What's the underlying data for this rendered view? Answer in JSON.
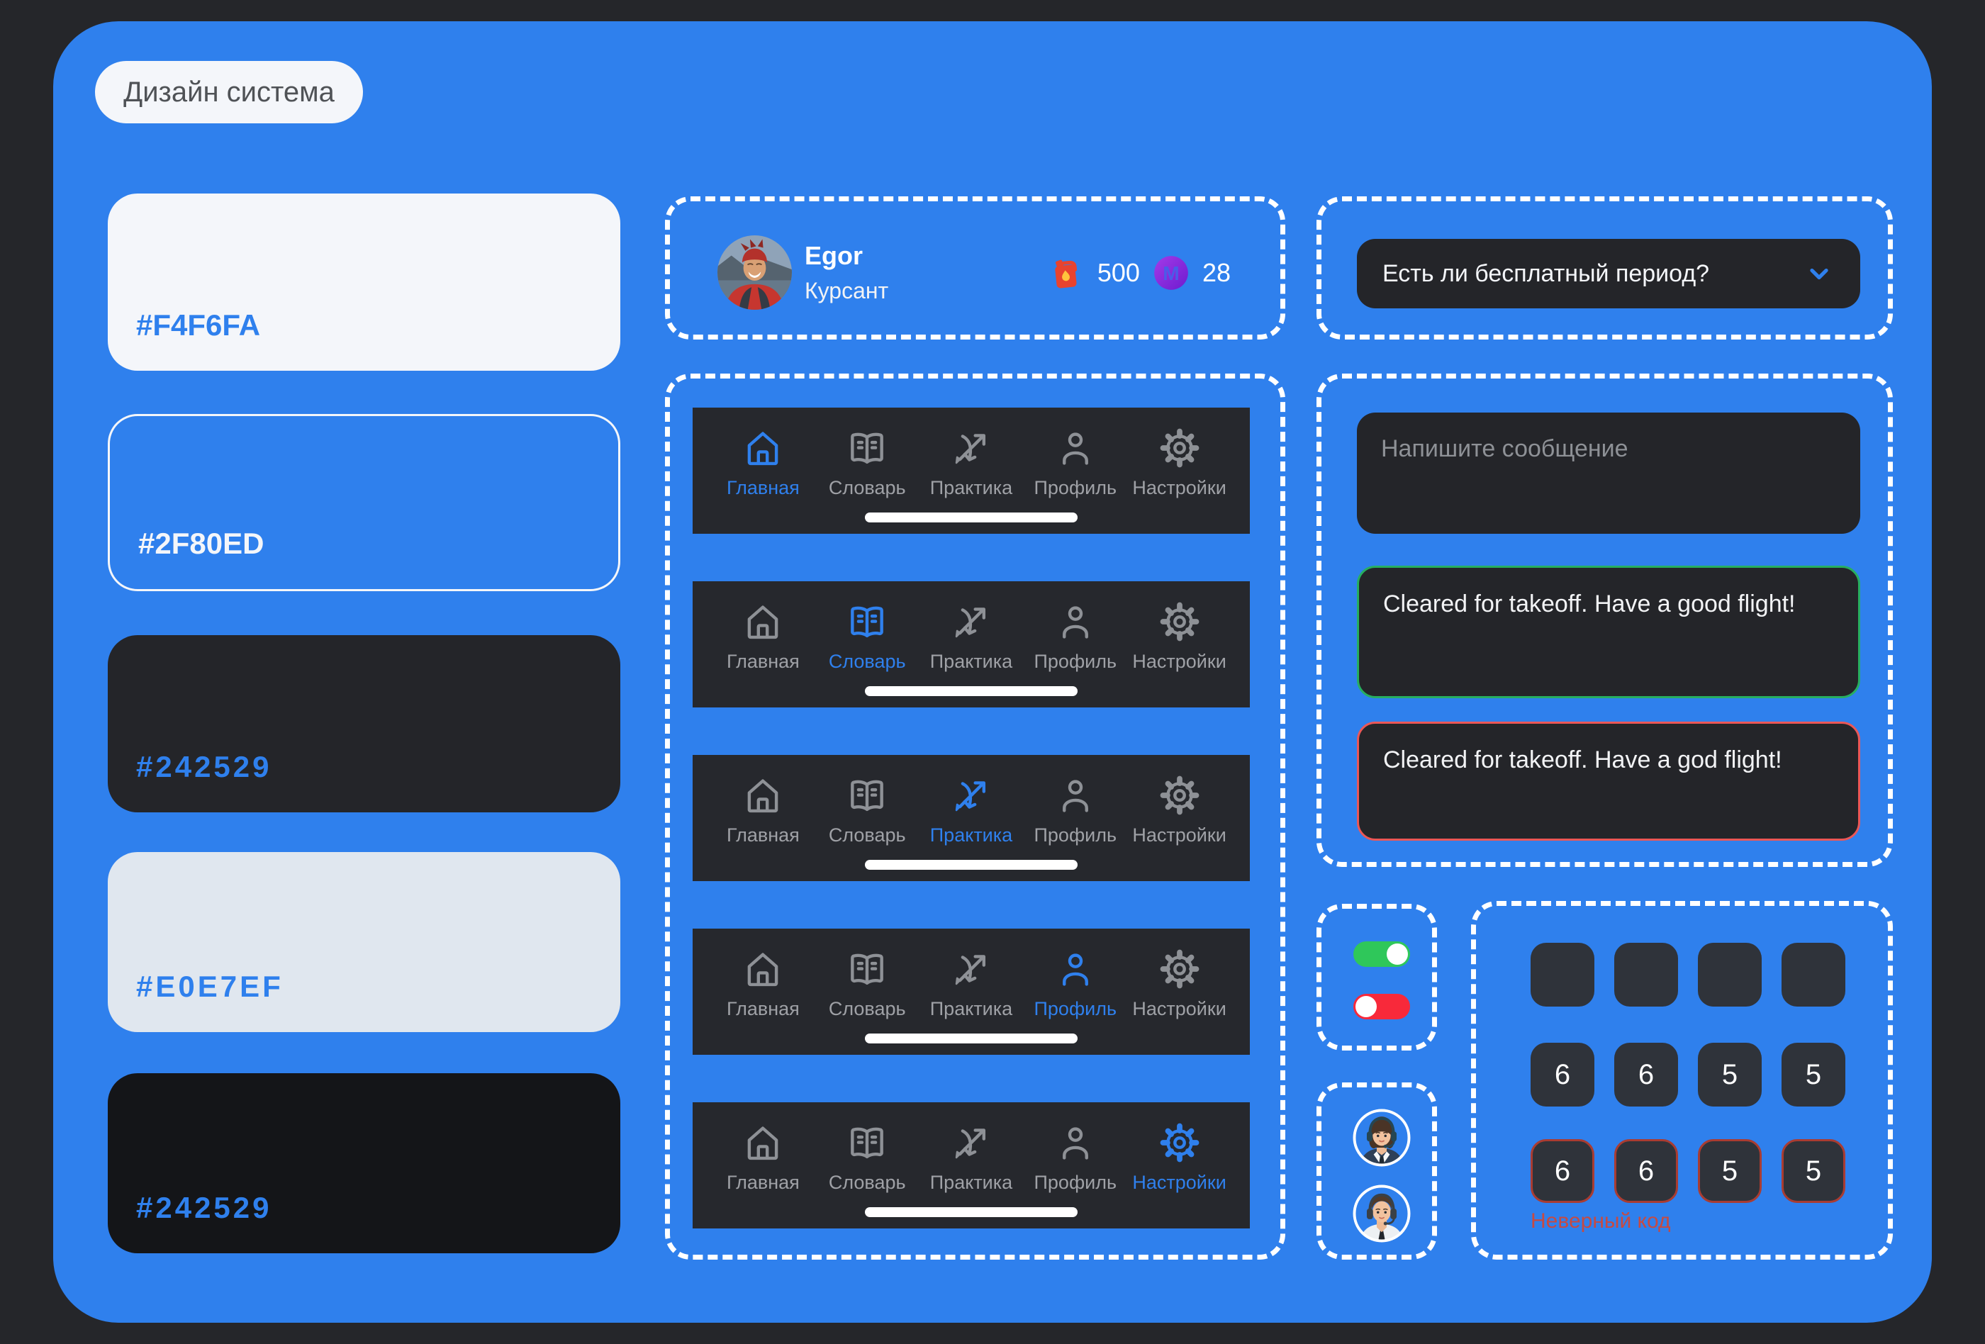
{
  "colors": {
    "page_bg": "#25262A",
    "canvas_blue": "#2F80ED",
    "card_dark": "#242529",
    "bar_dark": "#26282D",
    "swatch1": "#F4F6FA",
    "swatch2": "#2F80ED",
    "swatch3": "#242529",
    "swatch4": "#E0E7EF",
    "swatch5": "#141518",
    "accent_blue": "#2F80ED",
    "inactive_gray": "#8E9196",
    "label_gray": "#9FA1A6",
    "placeholder_gray": "#8E9196",
    "success_green": "#27AE60",
    "error_red": "#EB5757",
    "toggle_green": "#2FC75A",
    "toggle_red": "#F8293A",
    "pin_cell": "#2F333A",
    "pin_error_border": "#A93C32",
    "pin_error_text": "#C74A42",
    "title_text": "#4F5256"
  },
  "title": "Дизайн система",
  "swatches": [
    {
      "label": "#F4F6FA"
    },
    {
      "label": "#2F80ED"
    },
    {
      "label": "#242529"
    },
    {
      "label": "#E0E7EF"
    },
    {
      "label": "#242529"
    }
  ],
  "profile": {
    "name": "Egor",
    "role": "Курсант",
    "fuel_count": "500",
    "coin_count": "28",
    "fuel_icon": "fuel-canister-icon",
    "coin_icon": "m-coin-icon"
  },
  "tabbar": {
    "keys": [
      "home",
      "book",
      "practice",
      "profile",
      "settings"
    ],
    "labels": [
      "Главная",
      "Словарь",
      "Практика",
      "Профиль",
      "Настройки"
    ],
    "variants_active_index": [
      0,
      1,
      2,
      3,
      4
    ]
  },
  "dropdown": {
    "label": "Есть ли бесплатный период?",
    "icon": "chevron-down-icon"
  },
  "chat": {
    "placeholder": "Напишите сообщение",
    "success_message": "Cleared for takeoff. Have a good flight!",
    "error_message": "Cleared for takeoff. Have a god flight!"
  },
  "toggles": [
    {
      "state": "on"
    },
    {
      "state": "off"
    }
  ],
  "avatars": [
    {
      "name": "dispatcher-female"
    },
    {
      "name": "dispatcher-male"
    }
  ],
  "pin": {
    "rows": [
      [
        "",
        "",
        "",
        ""
      ],
      [
        "6",
        "6",
        "5",
        "5"
      ],
      [
        "6",
        "6",
        "5",
        "5"
      ]
    ],
    "error_label": "Неверный код"
  }
}
